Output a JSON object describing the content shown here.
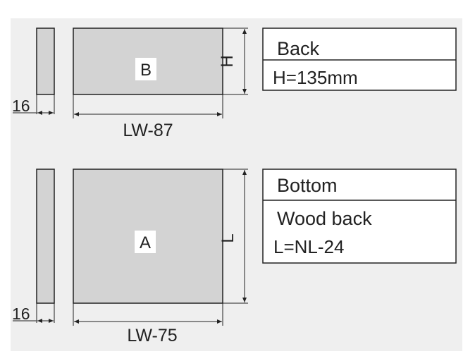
{
  "colors": {
    "background": "#efefef",
    "board_fill": "#d3d3d3",
    "line": "#222222",
    "label_box": "#ffffff"
  },
  "back_part": {
    "panel_letter": "B",
    "thickness": "16",
    "width_dim": "LW-87",
    "height_dim_symbol": "H",
    "table": {
      "title": "Back",
      "row": "H=135mm"
    }
  },
  "bottom_part": {
    "panel_letter": "A",
    "thickness": "16",
    "width_dim": "LW-75",
    "length_dim_symbol": "L",
    "table": {
      "title": "Bottom",
      "rows": [
        "Wood back",
        "L=NL-24"
      ]
    }
  }
}
